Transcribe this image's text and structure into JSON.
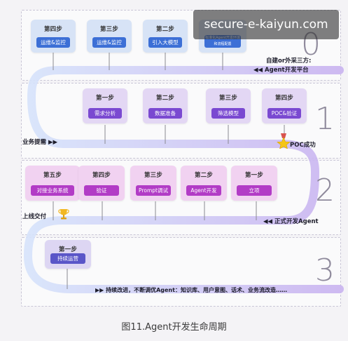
{
  "watermark": "secure-e-kaiyun.com",
  "caption": "图11.Agent开发生命周期",
  "stages": [
    {
      "number": "0",
      "label": "自建or外采三方:",
      "sub": "◀◀ Agent开发平台",
      "cards": [
        {
          "step": "第四步",
          "text": "运维&监控"
        },
        {
          "step": "第三步",
          "text": "运维&监控"
        },
        {
          "step": "第二步",
          "text": "引入大模型"
        },
        {
          "step": "",
          "text": "标准化Agent开发环境和流程配置"
        }
      ]
    },
    {
      "number": "1",
      "start_label": "业务提需 ▶▶",
      "end_label": "POC成功",
      "cards": [
        {
          "step": "第一步",
          "text": "需求分析"
        },
        {
          "step": "第二步",
          "text": "数据准备"
        },
        {
          "step": "第三步",
          "text": "筛选模型"
        },
        {
          "step": "第四步",
          "text": "POC&验证"
        }
      ]
    },
    {
      "number": "2",
      "start_label": "上线交付",
      "end_label": "◀◀ 正式开发Agent",
      "cards": [
        {
          "step": "第五步",
          "text": "对接业务系统"
        },
        {
          "step": "第四步",
          "text": "验证"
        },
        {
          "step": "第三步",
          "text": "Prompt调试"
        },
        {
          "step": "第二步",
          "text": "Agent开发"
        },
        {
          "step": "第一步",
          "text": "立项"
        }
      ]
    },
    {
      "number": "3",
      "label": "▶▶ 持续改进，不断调优Agent：知识库、用户意图、话术、业务流改造……",
      "cards": [
        {
          "step": "第一步",
          "text": "持续运营"
        }
      ]
    }
  ]
}
